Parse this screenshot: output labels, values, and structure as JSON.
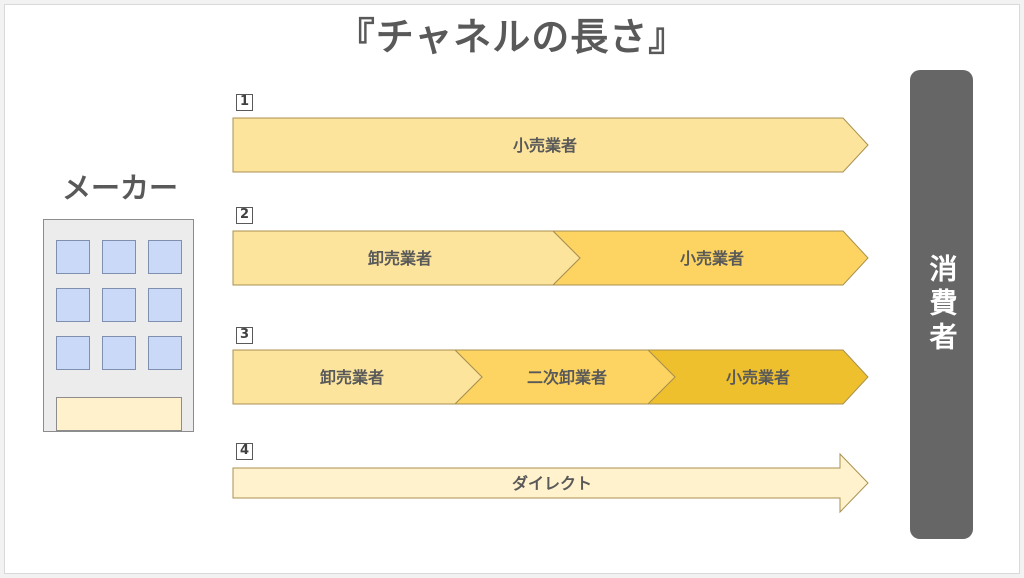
{
  "title": "『チャネルの長さ』",
  "maker_label": "メーカー",
  "consumer_label": "消費者",
  "channels": [
    {
      "number": "1",
      "segments": [
        {
          "label": "小売業者",
          "color": "#fde49c"
        }
      ]
    },
    {
      "number": "2",
      "segments": [
        {
          "label": "卸売業者",
          "color": "#fde49c"
        },
        {
          "label": "小売業者",
          "color": "#fdd462"
        }
      ]
    },
    {
      "number": "3",
      "segments": [
        {
          "label": "卸売業者",
          "color": "#fde49c"
        },
        {
          "label": "二次卸業者",
          "color": "#fdd462"
        },
        {
          "label": "小売業者",
          "color": "#efc02e"
        }
      ]
    },
    {
      "number": "4",
      "segments": [
        {
          "label": "ダイレクト",
          "color": "#fff2cc"
        }
      ]
    }
  ],
  "colors": {
    "text": "#595959",
    "stroke": "#a89050",
    "consumer_bar": "#666666",
    "building": "#ececec",
    "window": "#c9d9f7"
  }
}
